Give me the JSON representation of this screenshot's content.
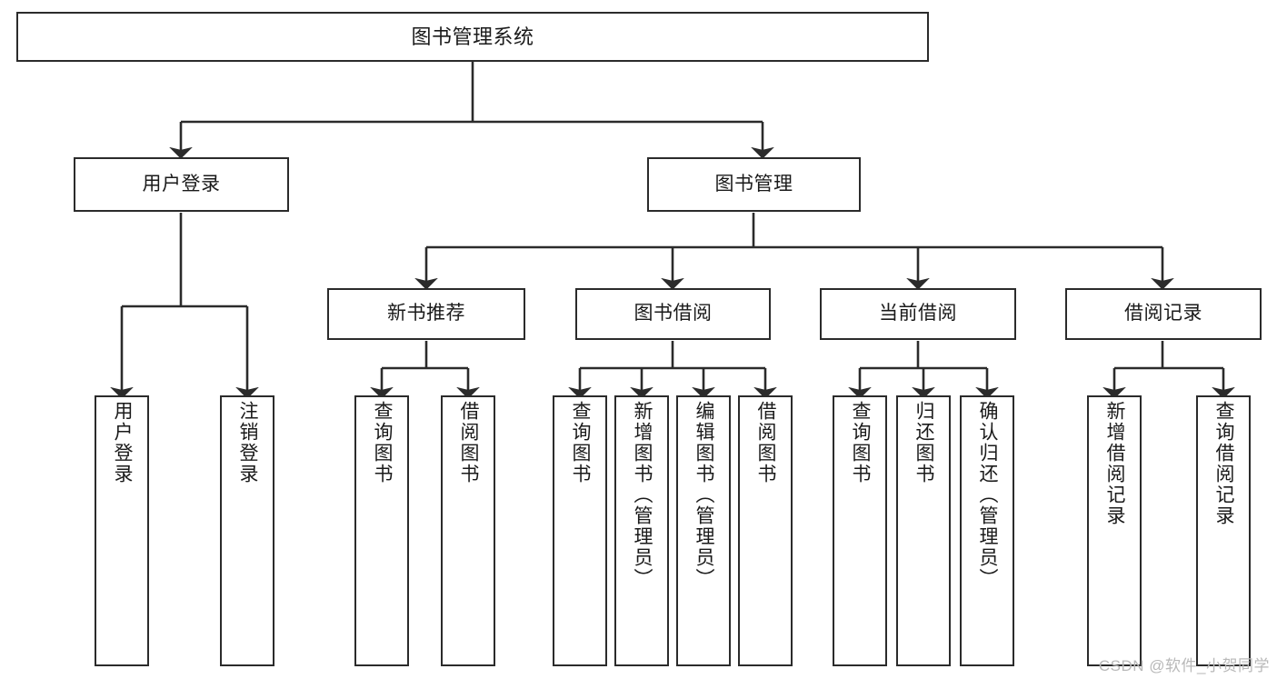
{
  "diagram": {
    "title": "图书管理系统",
    "type": "tree-hierarchy-chart",
    "orientation": "top-down",
    "colors": {
      "background": "#ffffff",
      "node_fill": "#ffffff",
      "node_border": "#2b2b2b",
      "edge": "#2b2b2b",
      "text": "#1a1a1a",
      "watermark": "#b9b9b9"
    }
  },
  "root": {
    "label": "图书管理系统"
  },
  "level1": [
    {
      "label": "用户登录"
    },
    {
      "label": "图书管理"
    }
  ],
  "level2": [
    {
      "label": "新书推荐"
    },
    {
      "label": "图书借阅"
    },
    {
      "label": "当前借阅"
    },
    {
      "label": "借阅记录"
    }
  ],
  "leaves": {
    "user_login": [
      {
        "label": "用户登录"
      },
      {
        "label": "注销登录"
      }
    ],
    "new_book_recommend": [
      {
        "label": "查询图书"
      },
      {
        "label": "借阅图书"
      }
    ],
    "book_borrow": [
      {
        "label": "查询图书"
      },
      {
        "label": "新增图书（管理员）"
      },
      {
        "label": "编辑图书（管理员）"
      },
      {
        "label": "借阅图书"
      }
    ],
    "current_borrow": [
      {
        "label": "查询图书"
      },
      {
        "label": "归还图书"
      },
      {
        "label": "确认归还（管理员）"
      }
    ],
    "borrow_record": [
      {
        "label": "新增借阅记录"
      },
      {
        "label": "查询借阅记录"
      }
    ]
  },
  "watermark": {
    "text": "CSDN @软件_小贺同学"
  }
}
